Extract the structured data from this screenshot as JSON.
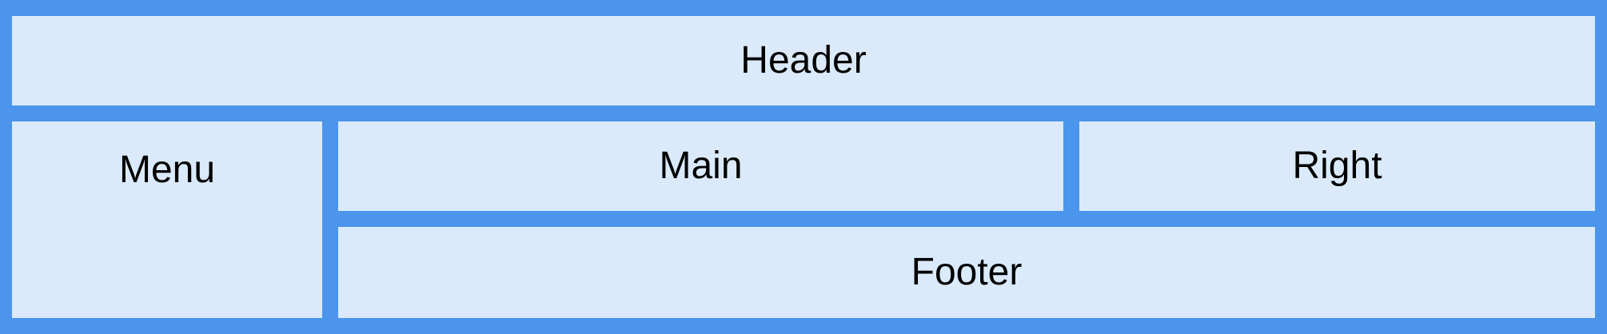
{
  "colors": {
    "border": "#4b95ec",
    "cell_fill": "#dbeafa",
    "text": "#000000"
  },
  "layout": {
    "header": "Header",
    "menu": "Menu",
    "main": "Main",
    "right": "Right",
    "footer": "Footer"
  }
}
